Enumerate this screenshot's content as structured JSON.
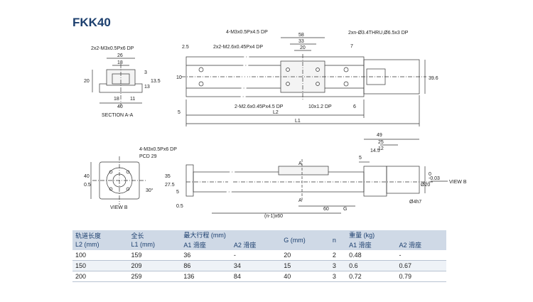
{
  "title": "FKK40",
  "top_view": {
    "labels": {
      "m3_dp": "4-M3x0.5Px4.5 DP",
      "m26_dp": "2x2-M2.6x0.45Px4 DP",
      "thru": "2xn-Ø3.4THRU,Ø6.5x3 DP",
      "m26_bottom": "2-M2.6x0.45Px4.5 DP",
      "pitch_10": "10x1.2 DP",
      "d58": "58",
      "d33": "33",
      "d20": "20",
      "d2_5": "2.5",
      "d10": "10",
      "d5": "5",
      "d7": "7",
      "d6": "6",
      "d39_6": "39.6",
      "L2": "L2",
      "L1": "L1"
    }
  },
  "section_aa": {
    "labels": {
      "top": "2x2-M3x0.5Px6 DP",
      "d26": "26",
      "d18": "18",
      "d20": "20",
      "d3": "3",
      "d13": "13",
      "d13_5": "13.5",
      "d18b": "18",
      "d11": "11",
      "d40": "40",
      "caption": "SECTION A-A"
    }
  },
  "view_b": {
    "labels": {
      "m3": "4-M3x0.5Px6 DP",
      "pcd": "PCD 29",
      "d40": "40",
      "d0_5": "0.5",
      "d30deg": "30°",
      "d35": "35",
      "d27_5": "27.5",
      "d5": "5",
      "d0_5b": "0.5",
      "caption": "VIEW B"
    }
  },
  "front_view": {
    "labels": {
      "A": "A",
      "A2": "A",
      "d49": "49",
      "d25": "25",
      "d12": "12",
      "d14_5": "14.5",
      "d5": "5",
      "d20h7": "Ø20",
      "tol_top": "0",
      "tol_bot": "-0.03",
      "d4h7": "Ø4h7",
      "d60": "60",
      "G": "G",
      "n60": "(n-1)x60",
      "view_b": "VIEW B"
    }
  },
  "table": {
    "head1": [
      "轨道长度\nL2 (mm)",
      "全长\nL1 (mm)",
      "最大行程 (mm)",
      "G (mm)",
      "n",
      "重量 (kg)"
    ],
    "sub": [
      "A1 滑座",
      "A2 滑座",
      "A1 滑座",
      "A2 滑座"
    ],
    "rows": [
      [
        "100",
        "159",
        "36",
        "-",
        "20",
        "2",
        "0.48",
        "-"
      ],
      [
        "150",
        "209",
        "86",
        "34",
        "15",
        "3",
        "0.6",
        "0.67"
      ],
      [
        "200",
        "259",
        "136",
        "84",
        "40",
        "3",
        "0.72",
        "0.79"
      ]
    ]
  }
}
